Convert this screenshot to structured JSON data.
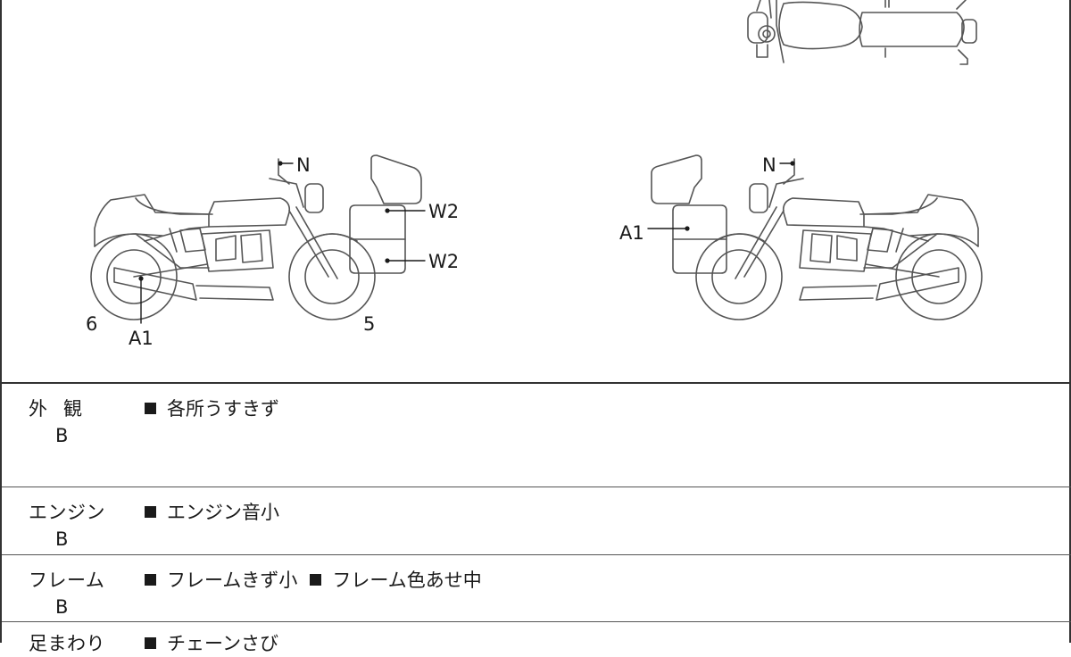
{
  "diagram": {
    "left_bike": {
      "labels": {
        "n": "N",
        "w2_top": "W2",
        "w2_bottom": "W2",
        "a1": "A1",
        "rear_number": "6",
        "front_number": "5"
      }
    },
    "right_bike": {
      "labels": {
        "n": "N",
        "a1": "A1"
      }
    }
  },
  "table": {
    "rows": [
      {
        "title": "外観",
        "grade": "B",
        "notes": [
          "各所うすきず"
        ]
      },
      {
        "title": "エンジン",
        "grade": "B",
        "notes": [
          "エンジン音小"
        ]
      },
      {
        "title": "フレーム",
        "grade": "B",
        "notes": [
          "フレームきず小",
          "フレーム色あせ中"
        ]
      },
      {
        "title": "足まわり",
        "grade": "",
        "notes": [
          "チェーンさび"
        ]
      }
    ]
  }
}
